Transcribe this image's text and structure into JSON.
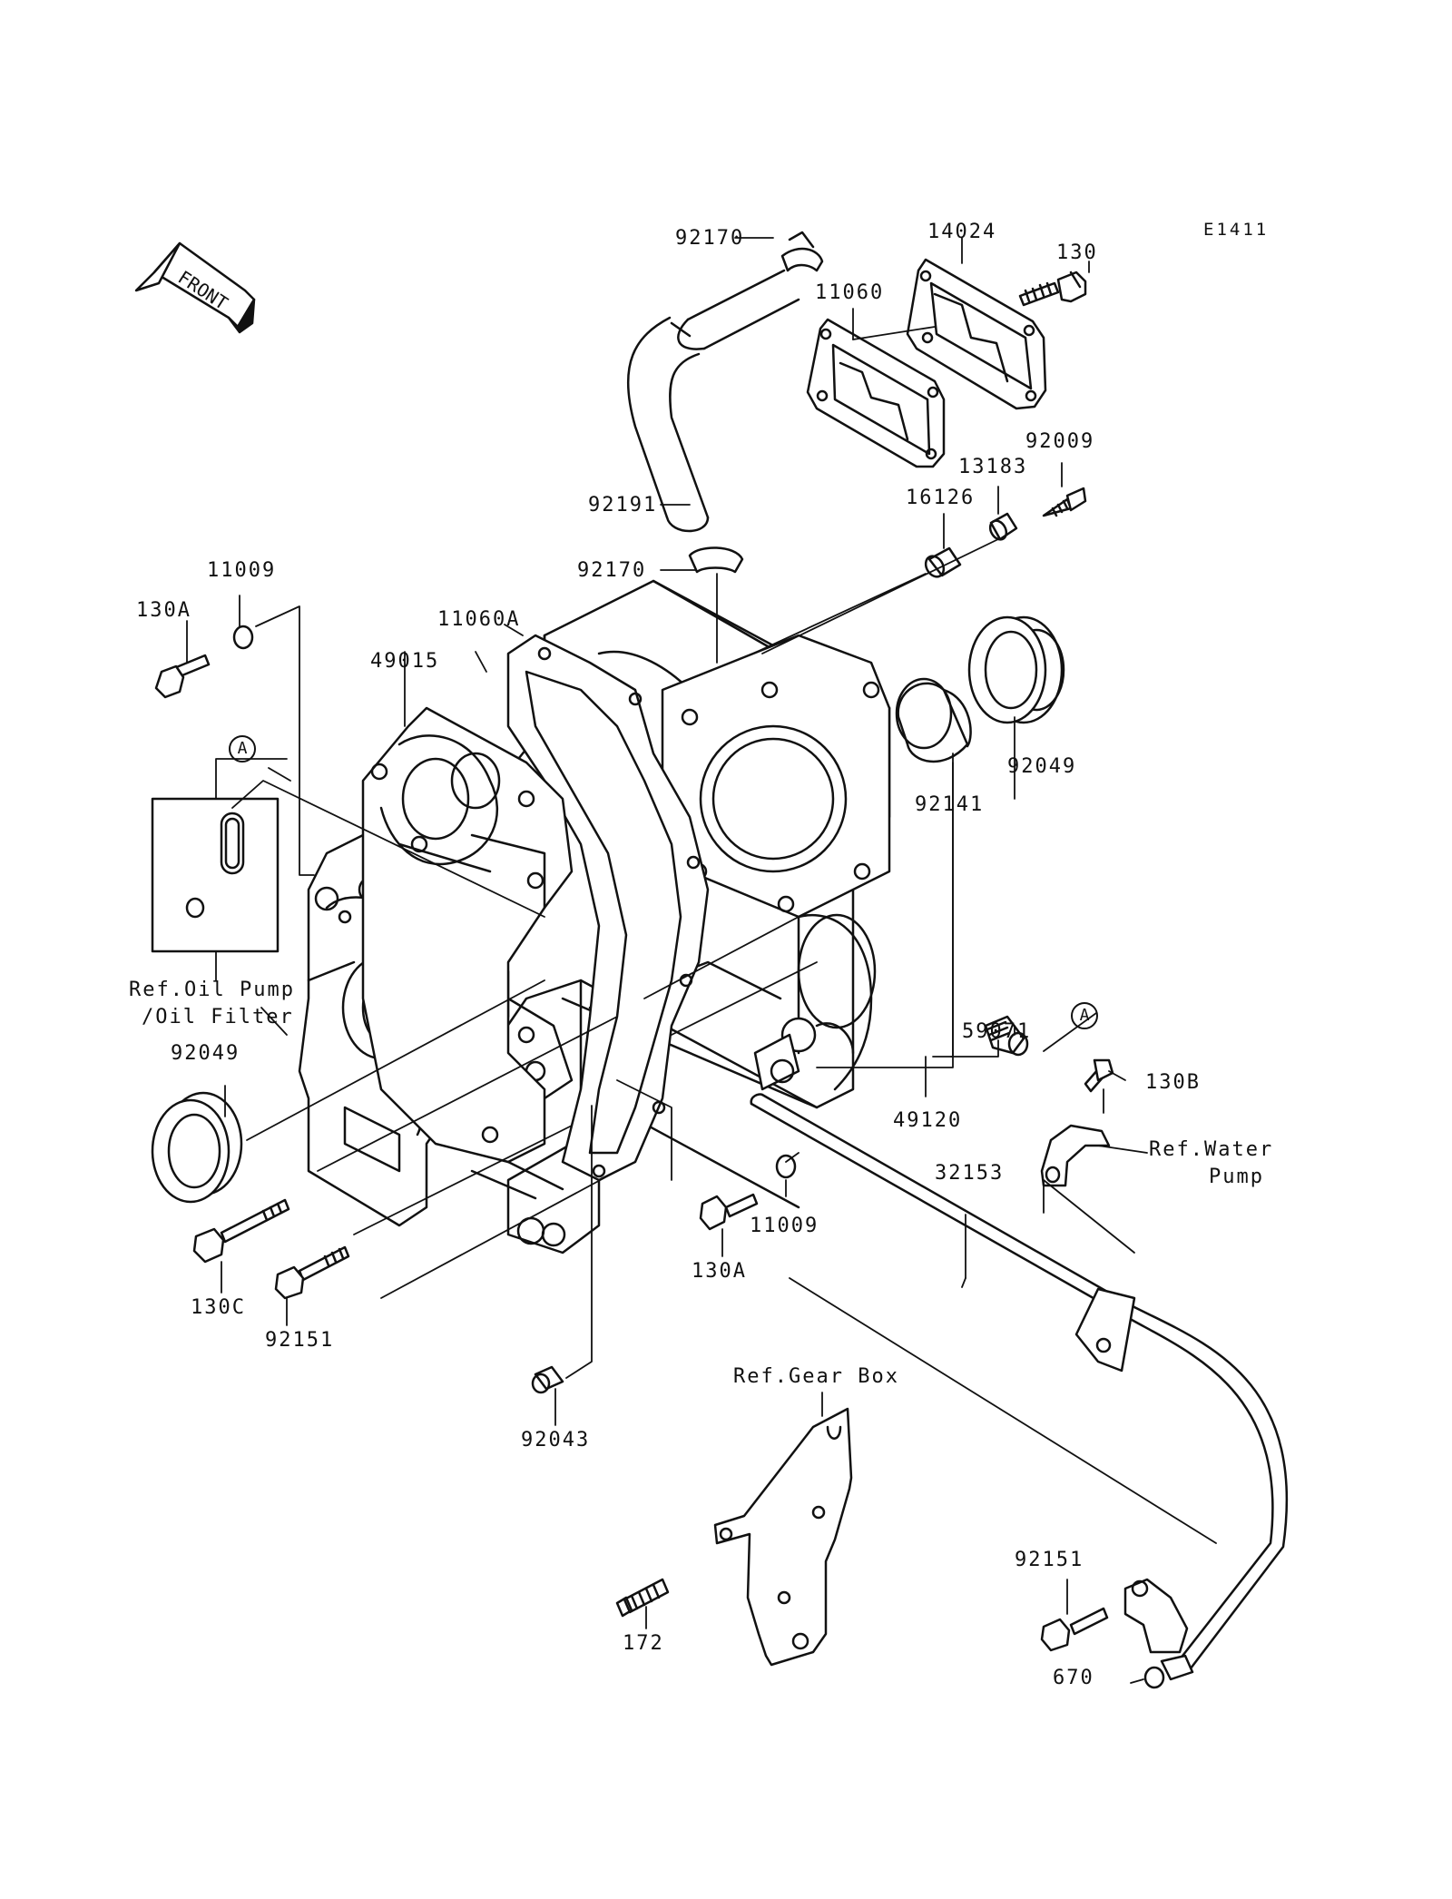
{
  "diagram": {
    "code": "E1411",
    "front_label": "FRONT",
    "callout_marker": "A",
    "parts": {
      "p92170_top": "92170",
      "p14024": "14024",
      "p130": "130",
      "p11060": "11060",
      "p92009": "92009",
      "p13183": "13183",
      "p16126": "16126",
      "p92191": "92191",
      "p92170_mid": "92170",
      "p11009_top": "11009",
      "p130A_top": "130A",
      "p11060A": "11060A",
      "p49015": "49015",
      "p92049_right": "92049",
      "p92141": "92141",
      "ref_oil_pump_1": "Ref.Oil Pump",
      "ref_oil_pump_2": "/Oil Filter",
      "p59071": "59071",
      "p92049_left": "92049",
      "p130B": "130B",
      "ref_water_pump_1": "Ref.Water",
      "ref_water_pump_2": "Pump",
      "p49120": "49120",
      "p32153": "32153",
      "p11009_bot": "11009",
      "p130A_bot": "130A",
      "p130C": "130C",
      "p92151_left": "92151",
      "p92043": "92043",
      "ref_gear_box": "Ref.Gear Box",
      "p92151_right": "92151",
      "p172": "172",
      "p670": "670"
    }
  }
}
